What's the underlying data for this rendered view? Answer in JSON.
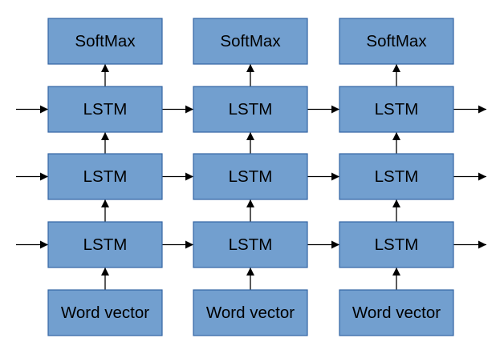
{
  "columns": [
    {
      "softmax": "SoftMax",
      "lstm_layers": [
        "LSTM",
        "LSTM",
        "LSTM"
      ],
      "input": "Word vector"
    },
    {
      "softmax": "SoftMax",
      "lstm_layers": [
        "LSTM",
        "LSTM",
        "LSTM"
      ],
      "input": "Word vector"
    },
    {
      "softmax": "SoftMax",
      "lstm_layers": [
        "LSTM",
        "LSTM",
        "LSTM"
      ],
      "input": "Word vector"
    }
  ],
  "colors": {
    "box_fill": "#729fcf",
    "box_stroke": "#3465a4",
    "arrow": "#000000"
  }
}
